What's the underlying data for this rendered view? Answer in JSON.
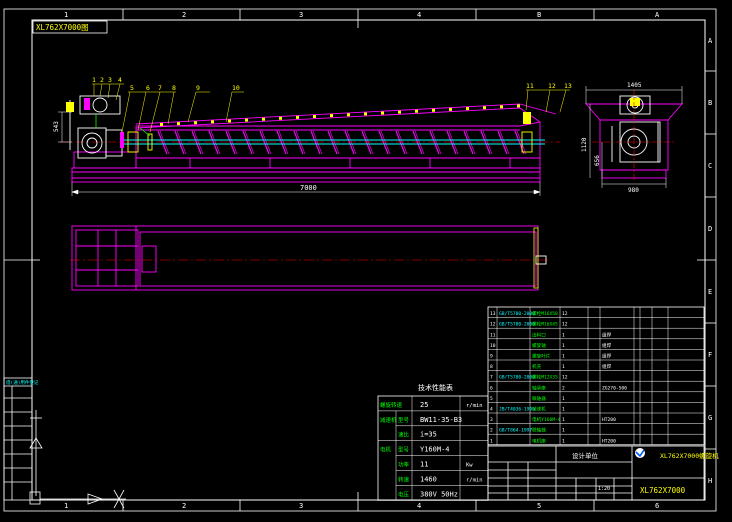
{
  "title_block": {
    "drawing_code": "XL762X7000",
    "drawing_name": "XL762X7000螺旋机",
    "company": "设计单位",
    "scale": "1:20",
    "corner_code": "XL762X7000图"
  },
  "frame": {
    "col_labels": [
      "1",
      "2",
      "3",
      "4",
      "5",
      "6"
    ],
    "row_labels": [
      "A",
      "B",
      "C",
      "D",
      "E",
      "F",
      "G",
      "H"
    ],
    "col_labels_right": [
      "B",
      "A"
    ]
  },
  "dimensions": {
    "total_length": "7000",
    "top_width": "1405",
    "height": "1120",
    "axis_height": "656",
    "base_width": "980",
    "left_height": "543"
  },
  "part_labels": [
    "1",
    "2",
    "3",
    "4",
    "5",
    "6",
    "7",
    "8",
    "9",
    "10",
    "11",
    "12",
    "13"
  ],
  "parts_table": {
    "rows": [
      [
        "13",
        "GB/T5780-2000",
        "螺栓M16X50",
        "12",
        "",
        "",
        "",
        "",
        "",
        ""
      ],
      [
        "12",
        "GB/T5780-2000",
        "螺栓M16X45",
        "12",
        "",
        "",
        "",
        "",
        "",
        ""
      ],
      [
        "11",
        "",
        "出料口",
        "1",
        "",
        "组焊",
        "",
        "",
        "",
        ""
      ],
      [
        "10",
        "",
        "螺旋轴",
        "1",
        "",
        "组焊",
        "",
        "",
        "",
        ""
      ],
      [
        "9",
        "",
        "螺旋叶片",
        "1",
        "",
        "组焊",
        "",
        "",
        "",
        ""
      ],
      [
        "8",
        "",
        "机壳",
        "1",
        "",
        "组焊",
        "",
        "",
        "",
        ""
      ],
      [
        "7",
        "GB/T5780-2000",
        "螺栓M12X35",
        "12",
        "",
        "",
        "",
        "",
        "",
        ""
      ],
      [
        "6",
        "",
        "轴承座",
        "2",
        "",
        "ZG270-500",
        "",
        "",
        "",
        ""
      ],
      [
        "5",
        "",
        "联轴器",
        "1",
        "",
        "",
        "",
        "",
        "",
        ""
      ],
      [
        "4",
        "JB/T4036-1996",
        "减速机",
        "1",
        "",
        "",
        "",
        "",
        "",
        ""
      ],
      [
        "3",
        "",
        "电机Y160M-4",
        "1",
        "",
        "HT200",
        "",
        "",
        "",
        ""
      ],
      [
        "2",
        "GB/T864-1997",
        "联轴器",
        "1",
        "",
        "",
        "",
        "",
        "",
        ""
      ],
      [
        "1",
        "",
        "电机座",
        "1",
        "",
        "HT200",
        "",
        "",
        "",
        ""
      ]
    ]
  },
  "spec_table": {
    "title": "技术性能表",
    "rows": [
      [
        "螺旋转速",
        "",
        "25",
        "r/min"
      ],
      [
        "减速机",
        "型号",
        "BW11-35-B3",
        ""
      ],
      [
        "",
        "速比",
        "i=35",
        ""
      ],
      [
        "电机",
        "型号",
        "Y160M-4",
        ""
      ],
      [
        "",
        "功率",
        "11",
        "Kw"
      ],
      [
        "",
        "转速",
        "1460",
        "r/min"
      ],
      [
        "",
        "电压",
        "380V 50Hz",
        ""
      ]
    ]
  },
  "left_strip": {
    "label": "借(通)用件登记"
  }
}
